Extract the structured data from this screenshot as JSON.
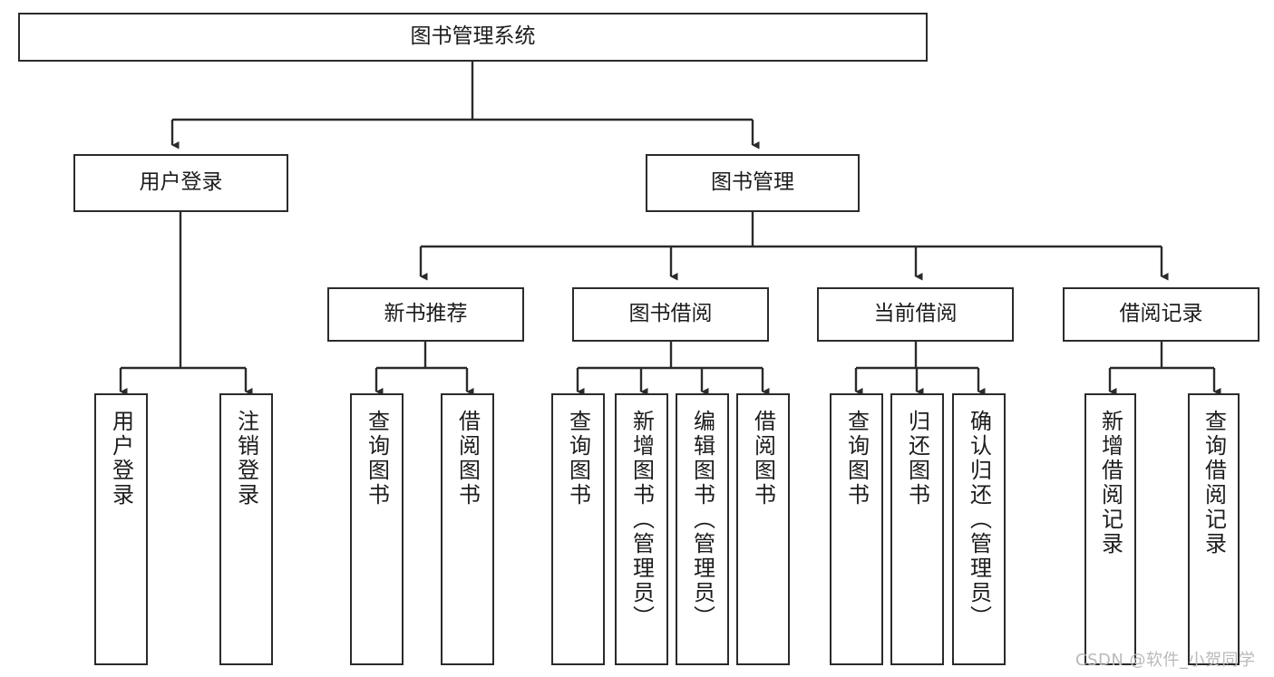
{
  "diagram": {
    "type": "hierarchy-tree",
    "title": "图书管理系统",
    "watermark": "CSDN @软件_小贺同学",
    "colors": {
      "box_border": "#2b2b2b",
      "box_fill": "#ffffff",
      "connector": "#2b2b2b",
      "text": "#1c1c1c",
      "watermark": "#b9b9b9"
    },
    "nodes": {
      "root": {
        "label": "图书管理系统",
        "level": 1,
        "orientation": "horizontal"
      },
      "l2": [
        {
          "label": "用户登录",
          "level": 2,
          "orientation": "horizontal"
        },
        {
          "label": "图书管理",
          "level": 2,
          "orientation": "horizontal"
        }
      ],
      "l3": [
        {
          "label": "新书推荐",
          "level": 3,
          "orientation": "horizontal"
        },
        {
          "label": "图书借阅",
          "level": 3,
          "orientation": "horizontal"
        },
        {
          "label": "当前借阅",
          "level": 3,
          "orientation": "horizontal"
        },
        {
          "label": "借阅记录",
          "level": 3,
          "orientation": "horizontal"
        }
      ],
      "leaves": {
        "user_login": [
          {
            "label": "用户登录",
            "orientation": "vertical"
          },
          {
            "label": "注销登录",
            "orientation": "vertical"
          }
        ],
        "new_book": [
          {
            "label": "查询图书",
            "orientation": "vertical"
          },
          {
            "label": "借阅图书",
            "orientation": "vertical"
          }
        ],
        "book_borrow": [
          {
            "label": "查询图书",
            "orientation": "vertical"
          },
          {
            "label": "新增图书（管理员）",
            "orientation": "vertical"
          },
          {
            "label": "编辑图书（管理员）",
            "orientation": "vertical"
          },
          {
            "label": "借阅图书",
            "orientation": "vertical"
          }
        ],
        "current_borrow": [
          {
            "label": "查询图书",
            "orientation": "vertical"
          },
          {
            "label": "归还图书",
            "orientation": "vertical"
          },
          {
            "label": "确认归还（管理员）",
            "orientation": "vertical"
          }
        ],
        "borrow_record": [
          {
            "label": "新增借阅记录",
            "orientation": "vertical"
          },
          {
            "label": "查询借阅记录",
            "orientation": "vertical"
          }
        ]
      }
    }
  }
}
